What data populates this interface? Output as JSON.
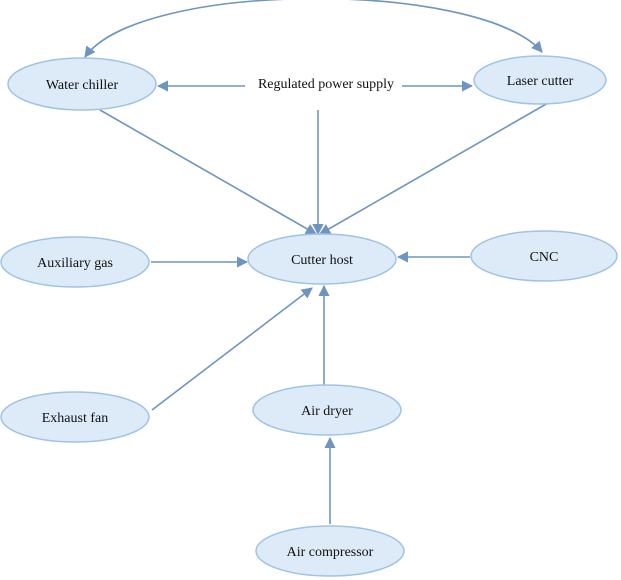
{
  "nodes": {
    "water_chiller": "Water chiller",
    "regulated_power_supply": "Regulated power supply",
    "laser_cutter": "Laser cutter",
    "auxiliary_gas": "Auxiliary gas",
    "cutter_host": "Cutter host",
    "cnc": "CNC",
    "exhaust_fan": "Exhaust fan",
    "air_dryer": "Air dryer",
    "air_compressor": "Air compressor"
  },
  "edges": [
    {
      "from": "water_chiller",
      "to": "laser_cutter",
      "bidirectional": true
    },
    {
      "from": "regulated_power_supply",
      "to": "water_chiller"
    },
    {
      "from": "regulated_power_supply",
      "to": "laser_cutter"
    },
    {
      "from": "regulated_power_supply",
      "to": "cutter_host"
    },
    {
      "from": "water_chiller",
      "to": "cutter_host"
    },
    {
      "from": "laser_cutter",
      "to": "cutter_host"
    },
    {
      "from": "auxiliary_gas",
      "to": "cutter_host"
    },
    {
      "from": "cnc",
      "to": "cutter_host"
    },
    {
      "from": "exhaust_fan",
      "to": "cutter_host"
    },
    {
      "from": "air_dryer",
      "to": "cutter_host"
    },
    {
      "from": "air_compressor",
      "to": "air_dryer"
    }
  ],
  "colors": {
    "node_fill": "#dcebf7",
    "node_stroke": "#9fc3e3",
    "edge": "#6f94c0"
  }
}
